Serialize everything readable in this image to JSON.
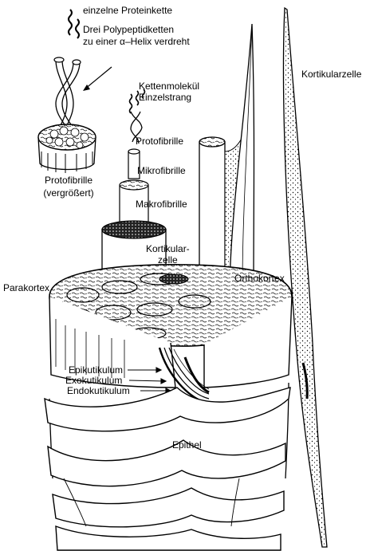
{
  "labels": {
    "single_chain": "einzelne Proteinkette",
    "three_chains_line1": "Drei Polypeptidketten",
    "three_chains_line2": "zu einer α–Helix verdreht",
    "protofibril_enlarged_line1": "Protofibrille",
    "protofibril_enlarged_line2": "(vergrößert)",
    "chain_molecule": "Kettenmolekül",
    "single_strand": "Einzelstrang",
    "protofibril": "Protofibrille",
    "microfibril": "Mikrofibrille",
    "macrofibril": "Makrofibrille",
    "cortical_cell_line1": "Kortikular-",
    "cortical_cell_line2": "zelle",
    "paracortex": "Parakortex",
    "orthocortex": "Orthokortex",
    "epicuticle": "Epikutikulum",
    "exocuticle": "Exokutikulum",
    "endocuticle": "Endokutikulum",
    "epithelium": "Epithel",
    "cortical_cell_right": "Kortikularzelle"
  },
  "colors": {
    "ink": "#000000",
    "paper": "#ffffff",
    "shade": "#cfcfcf"
  }
}
